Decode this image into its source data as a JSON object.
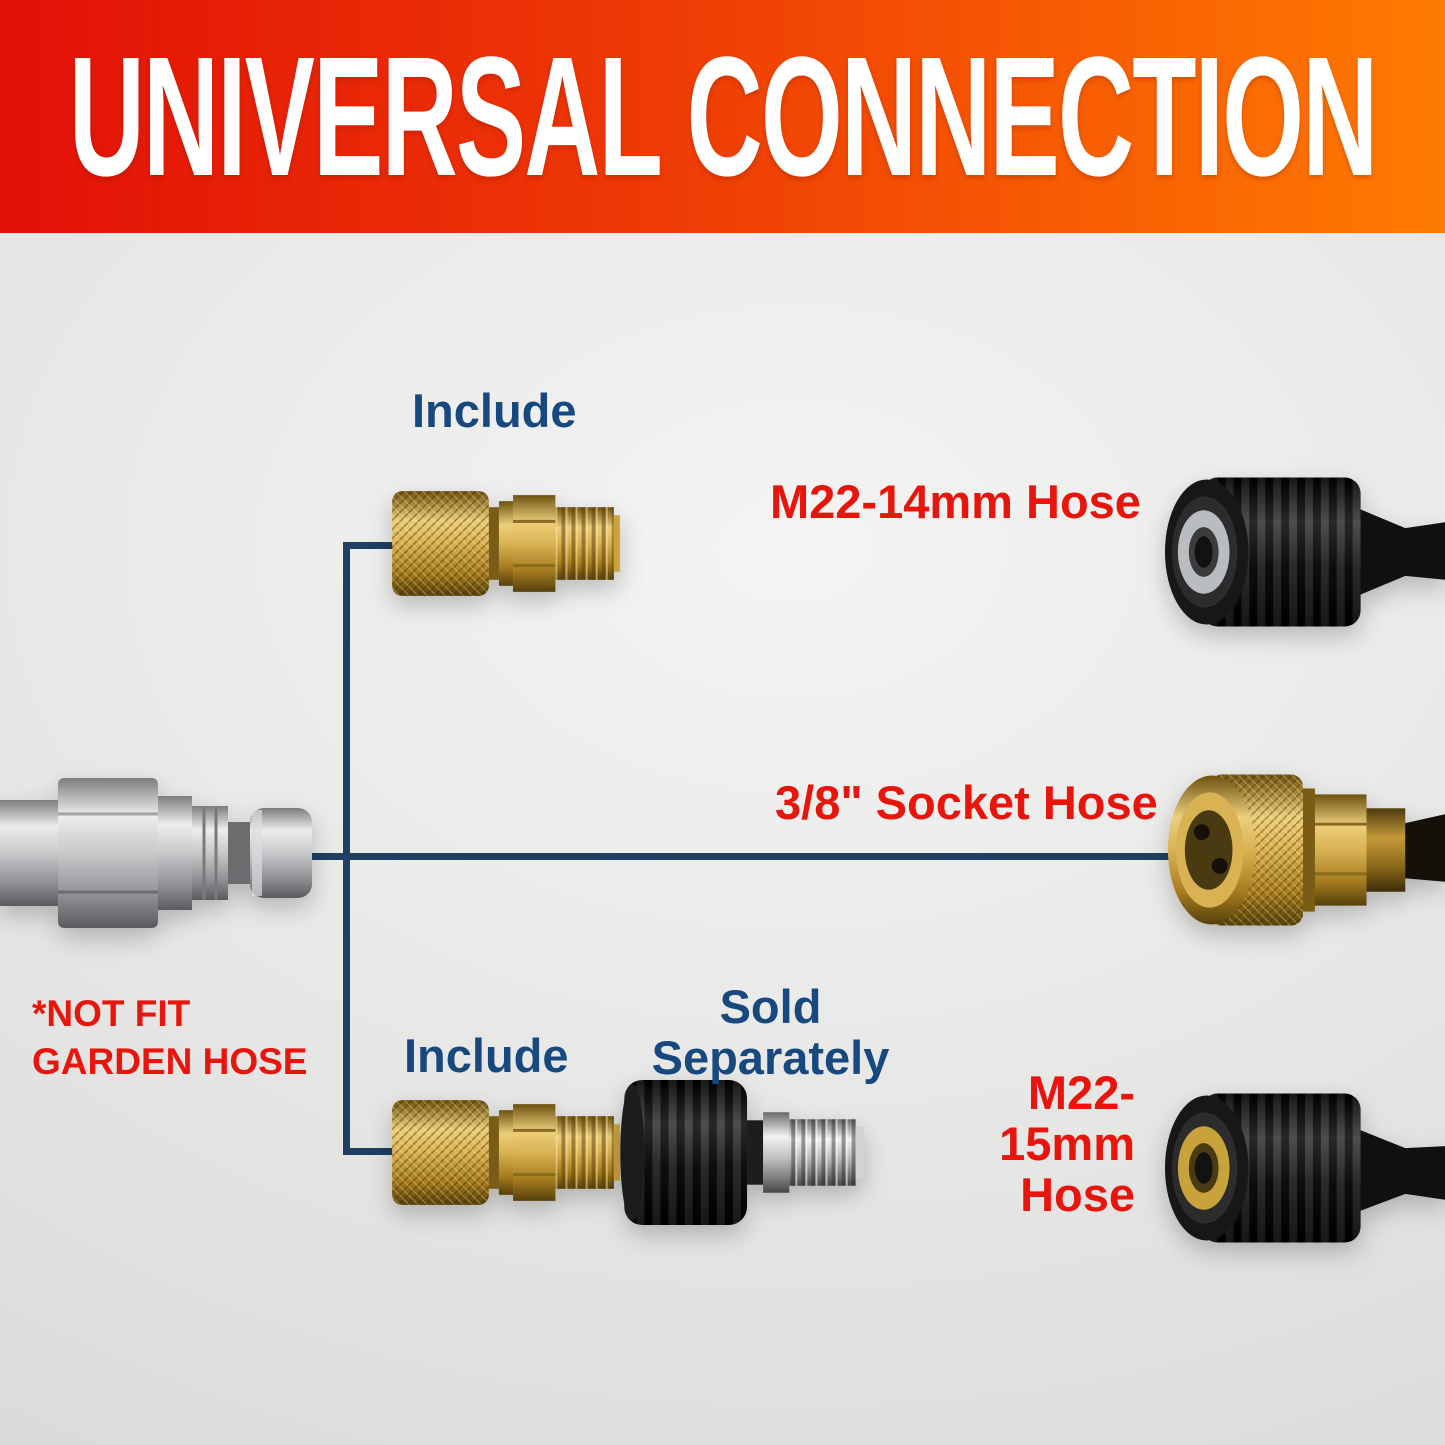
{
  "banner": {
    "title": "UNIVERSAL CONNECTION"
  },
  "source_plug": {
    "note_line1": "*NOT FIT",
    "note_line2": "GARDEN HOSE"
  },
  "branch_top": {
    "include_label": "Include",
    "hose_label": "M22-14mm Hose"
  },
  "branch_middle": {
    "hose_label": "3/8\" Socket Hose"
  },
  "branch_bottom": {
    "include_label": "Include",
    "sold_separately_line1": "Sold",
    "sold_separately_line2": "Separately",
    "hose_label_line1": "M22- 15mm",
    "hose_label_line2": "Hose"
  },
  "photos": {
    "left_plug": "3/8 inch quick-connect plug (steel)",
    "top_adapter": "brass quick-connect coupler with M22 male thread",
    "top_hose": "M22-14mm hose end",
    "middle_hose": "3/8 inch socket quick-connect hose end",
    "bottom_adapter": "brass quick-connect coupler with M22 male thread",
    "bottom_sold_adapter": "black M22 swivel adapter with chrome male thread",
    "bottom_hose": "M22-15mm hose end"
  },
  "colors": {
    "banner_gradient_left": "#e21007",
    "banner_gradient_right": "#ff7b01",
    "label_red": "#e8150c",
    "label_blue": "#17497f",
    "connector_line": "#1f3f63"
  }
}
